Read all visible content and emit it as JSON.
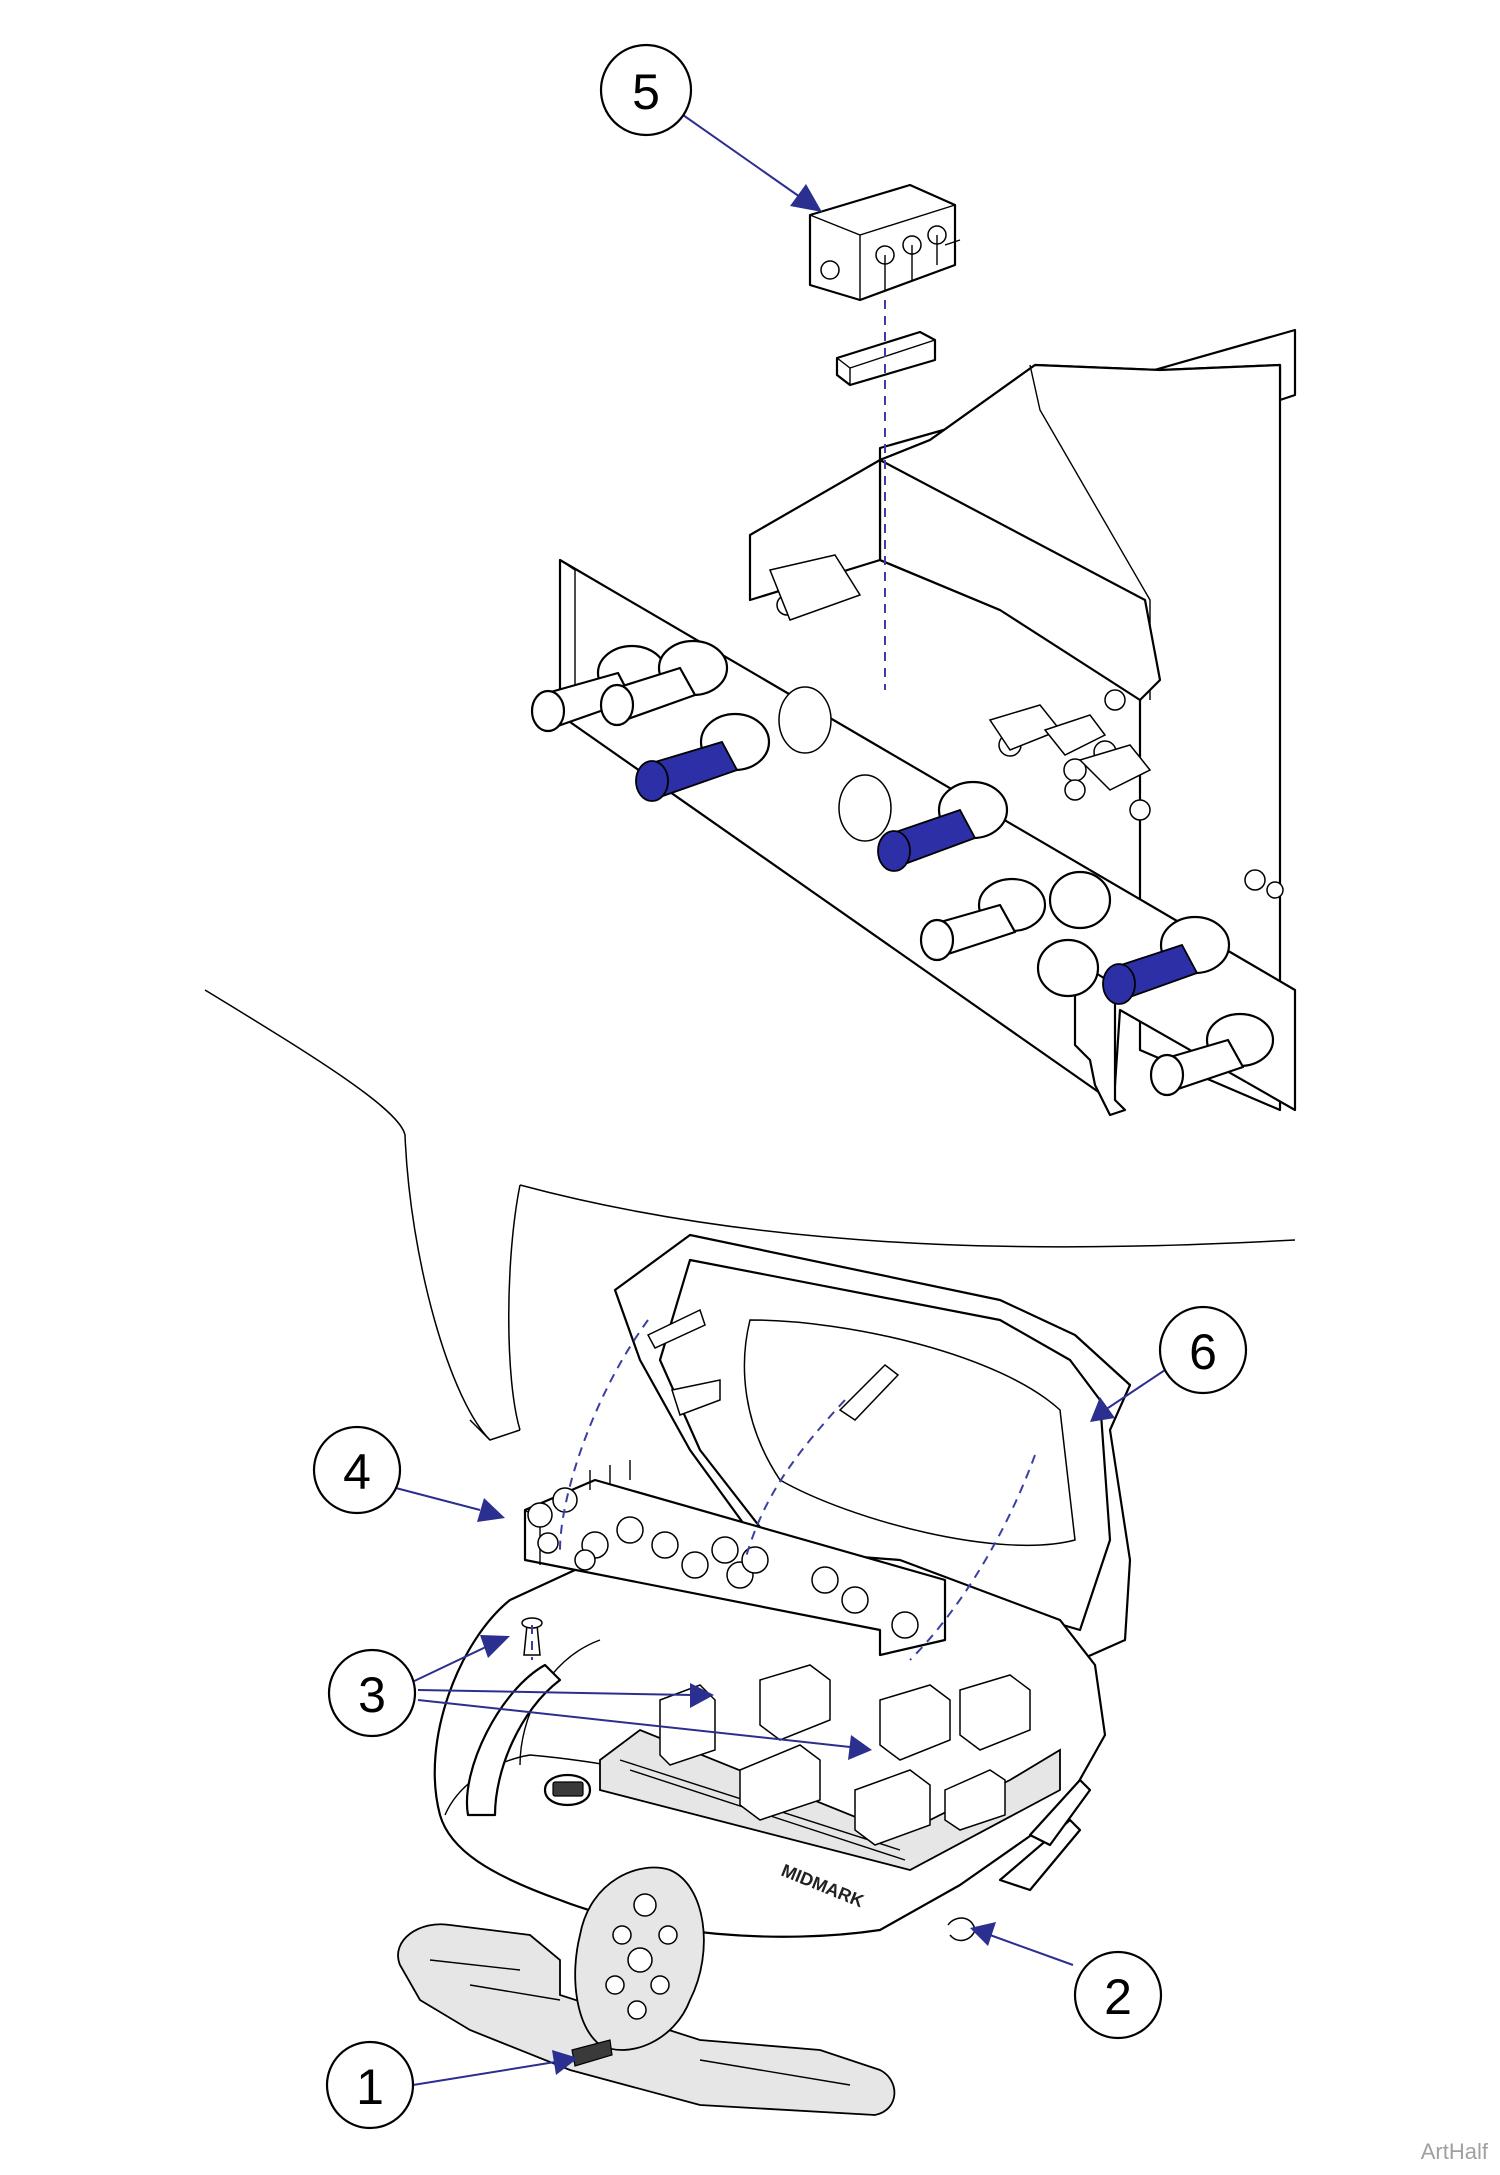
{
  "callouts": [
    {
      "label": "1"
    },
    {
      "label": "2"
    },
    {
      "label": "3"
    },
    {
      "label": "4"
    },
    {
      "label": "5"
    },
    {
      "label": "6"
    }
  ],
  "brand_text": "MIDMARK",
  "watermark": "ArtHalf",
  "colors": {
    "leader": "#2b2f8f",
    "highlight": "#2c2fa6",
    "line": "#000000"
  }
}
